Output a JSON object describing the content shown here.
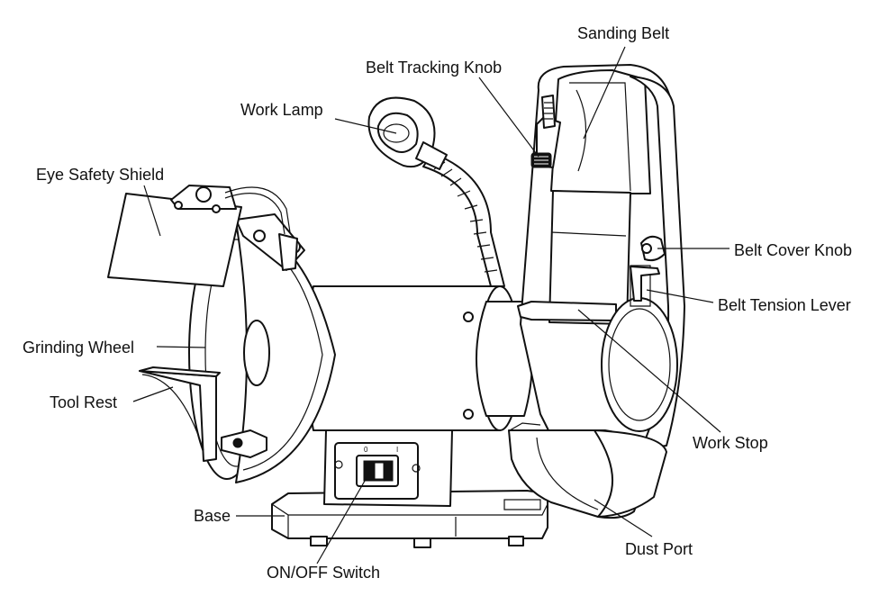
{
  "labels": {
    "sanding_belt": "Sanding Belt",
    "belt_tracking_knob": "Belt Tracking Knob",
    "work_lamp": "Work Lamp",
    "eye_safety_shield": "Eye Safety Shield",
    "belt_cover_knob": "Belt Cover Knob",
    "belt_tension_lever": "Belt Tension Lever",
    "grinding_wheel": "Grinding Wheel",
    "tool_rest": "Tool Rest",
    "work_stop": "Work Stop",
    "base": "Base",
    "dust_port": "Dust Port",
    "on_off_switch": "ON/OFF Switch"
  },
  "switch_marks": {
    "off": "0",
    "on": "I"
  }
}
